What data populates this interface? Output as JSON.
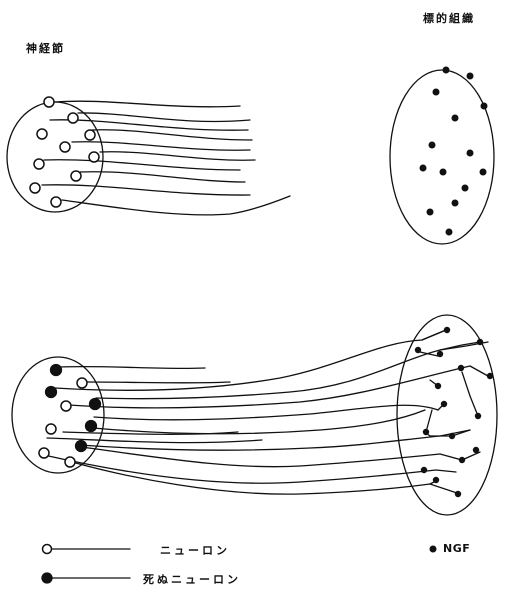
{
  "labels": {
    "ganglion": "神経節",
    "target_tissue": "標的組織"
  },
  "legend": {
    "neuron": "ニューロン",
    "dead_neuron": "死ぬニューロン",
    "ngf": "NGF"
  },
  "colors": {
    "ink": "#111111",
    "background": "#ffffff"
  }
}
